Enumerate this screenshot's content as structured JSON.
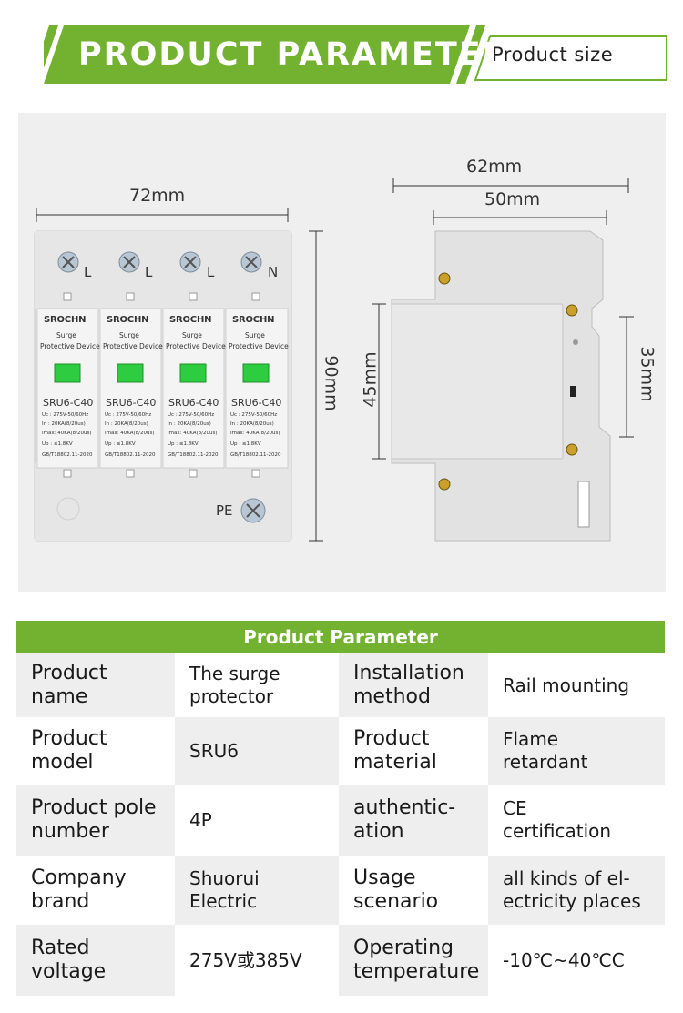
{
  "banner": {
    "title": "PRODUCT PARAMETER",
    "subtitle": "Product size",
    "color": "#73b230"
  },
  "drawing": {
    "front": {
      "width_label": "72mm",
      "height_label": "90mm",
      "terminals_top": [
        "L",
        "L",
        "L",
        "N"
      ],
      "terminal_bottom": "PE",
      "module_brand": "SROCHN",
      "module_line1": "Surge",
      "module_line2": "Protective Device",
      "module_model": "SRU6-C40",
      "spec_uc": "Uc  : 275V-50/60Hz",
      "spec_in": "In  : 20KA(8/20us)",
      "spec_imax": "Imax: 40KA(8/20us)",
      "spec_up": "Up  : ≤1.8KV",
      "spec_std": "GB/T18802.11-2020"
    },
    "side": {
      "overall_label": "62mm",
      "inner_label": "50mm",
      "left_height_label": "45mm",
      "rail_label": "35mm"
    }
  },
  "table": {
    "header": "Product Parameter",
    "rows": [
      {
        "l1": "Product\nname",
        "v1": "The surge\nprotector",
        "l2": "Installation\nmethod",
        "v2": "Rail mounting"
      },
      {
        "l1": "Product\nmodel",
        "v1": "SRU6",
        "l2": "Product\nmaterial",
        "v2": "Flame\nretardant"
      },
      {
        "l1": "Product pole\nnumber",
        "v1": "4P",
        "l2": "authentic-\nation",
        "v2": "CE\ncertification"
      },
      {
        "l1": "Company\nbrand",
        "v1": "Shuorui\nElectric",
        "l2": "Usage\nscenario",
        "v2": "all kinds of el-\nectricity places"
      },
      {
        "l1": "Rated\nvoltage",
        "v1": "275V或385V",
        "l2": "Operating\ntemperature",
        "v2": "-10℃~40℃C"
      }
    ]
  }
}
